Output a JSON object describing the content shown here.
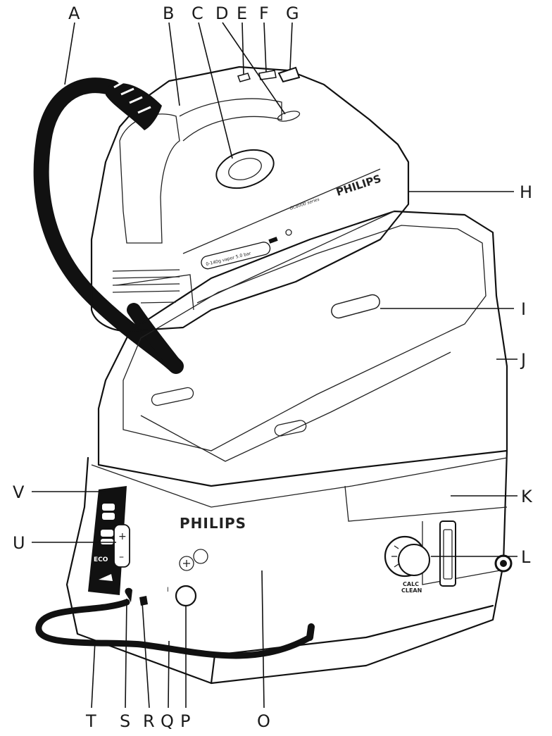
{
  "diagram": {
    "callouts": {
      "A": "A",
      "B": "B",
      "C": "C",
      "D": "D",
      "E": "E",
      "F": "F",
      "G": "G",
      "H": "H",
      "I": "I",
      "J": "J",
      "K": "K",
      "L": "L",
      "O": "O",
      "P": "P",
      "Q": "Q",
      "R": "R",
      "S": "S",
      "T": "T",
      "U": "U",
      "V": "V"
    },
    "iron_brand": "PHILIPS",
    "iron_model": "GC8000 series",
    "iron_spec": "0-140g vapor   5.0 bar",
    "base_brand": "PHILIPS",
    "panel_plus": "+",
    "panel_minus": "–",
    "panel_eco": "ECO",
    "calc_clean_line1": "CALC",
    "calc_clean_line2": "CLEAN",
    "power_symbol": "I",
    "colors": {
      "line": "#111111",
      "panel": "#111111",
      "body_shade": "#e6e6e6"
    }
  }
}
